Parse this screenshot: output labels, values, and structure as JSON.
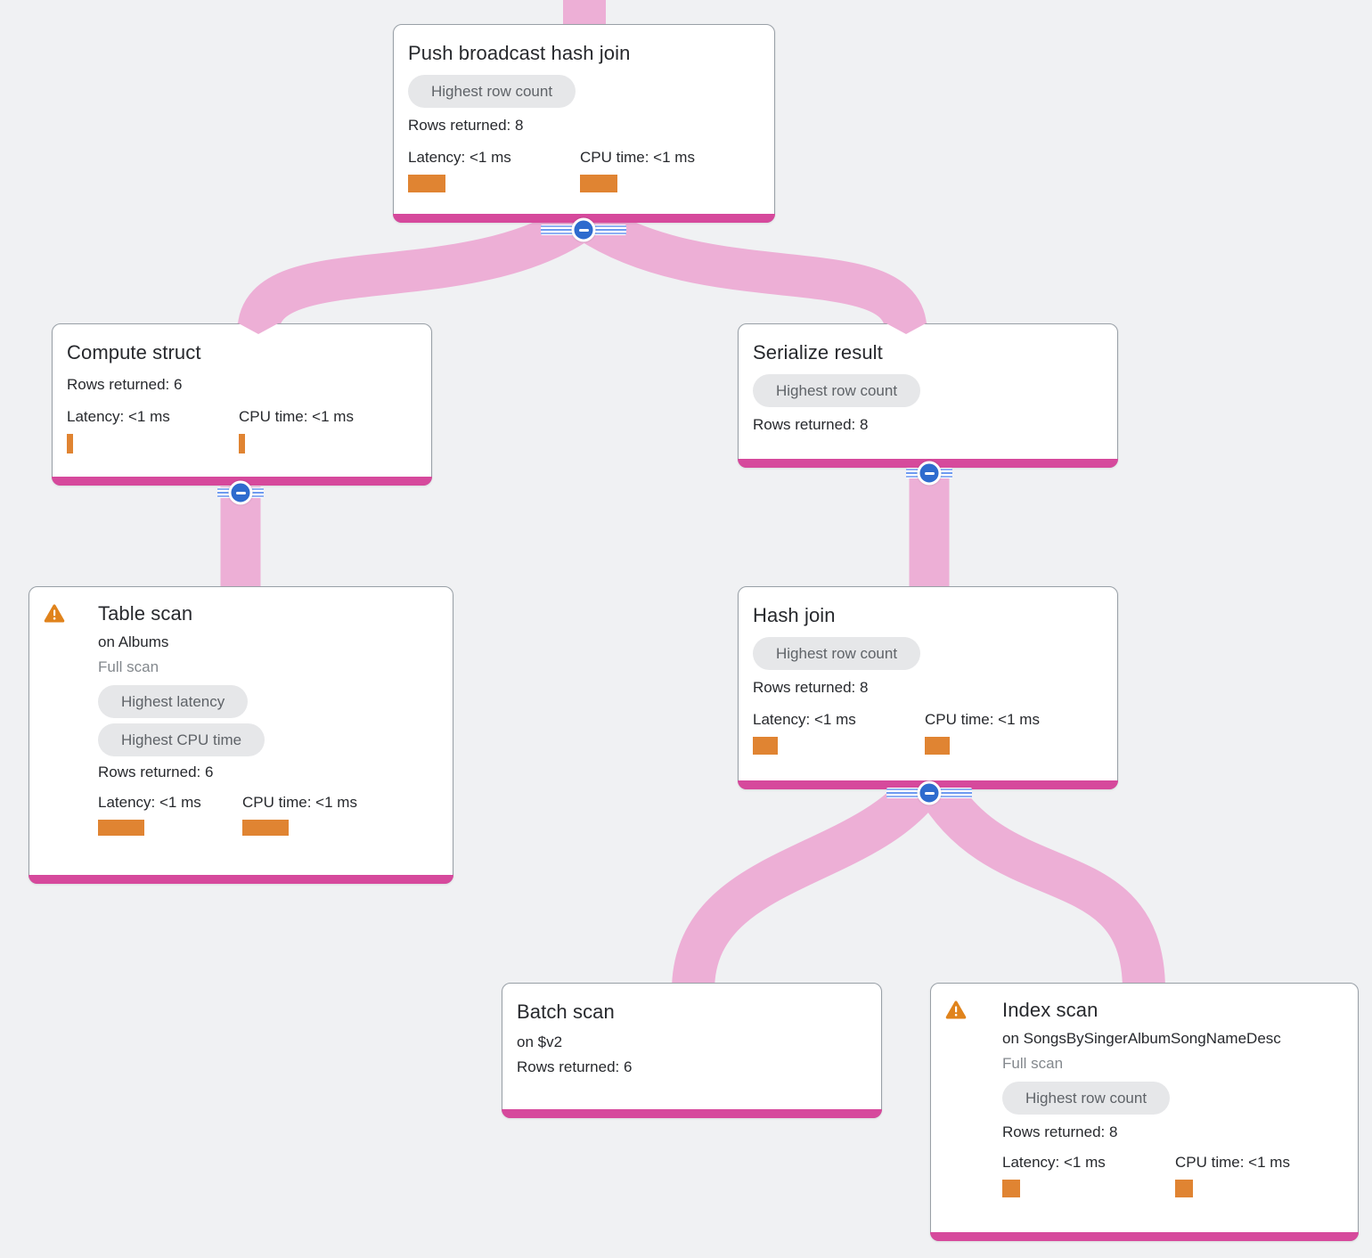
{
  "app": {
    "view_name": "Query execution plan graph"
  },
  "colors": {
    "background": "#f0f1f3",
    "card_background": "#ffffff",
    "card_border": "#99a0a7",
    "node_accent_bar": "#d6499c",
    "flow_link": "#edafd6",
    "metric_bar": "#e08432",
    "warning": "#e0831c",
    "collapse_button": "#2e6bce",
    "badge_background": "#e6e7e9",
    "badge_text": "#5f6368",
    "text": "#202124",
    "muted_text": "#83888d"
  },
  "nodes": [
    {
      "id": "push-broadcast-hash-join",
      "title": "Push broadcast hash join",
      "badges": [
        "Highest row count"
      ],
      "rows_returned": "Rows returned: 8",
      "latency_label": "Latency: <1 ms",
      "cpu_label": "CPU time: <1 ms",
      "bars": {
        "latency_style": "width:42px;height:20px",
        "cpu_style": "width:42px;height:20px"
      }
    },
    {
      "id": "compute-struct",
      "title": "Compute struct",
      "rows_returned": "Rows returned: 6",
      "latency_label": "Latency: <1 ms",
      "cpu_label": "CPU time: <1 ms",
      "bars": {
        "latency_style": "width:7px;height:22px",
        "cpu_style": "width:7px;height:22px"
      }
    },
    {
      "id": "serialize-result",
      "title": "Serialize result",
      "badges": [
        "Highest row count"
      ],
      "rows_returned": "Rows returned: 8"
    },
    {
      "id": "table-scan",
      "warning": "warning",
      "title": "Table scan",
      "subtitle": "on Albums",
      "scan_type": "Full scan",
      "badges": [
        "Highest latency",
        "Highest CPU time"
      ],
      "rows_returned": "Rows returned: 6",
      "latency_label": "Latency: <1 ms",
      "cpu_label": "CPU time: <1 ms",
      "bars": {
        "latency_style": "width:52px;height:18px",
        "cpu_style": "width:52px;height:18px"
      }
    },
    {
      "id": "hash-join",
      "title": "Hash join",
      "badges": [
        "Highest row count"
      ],
      "rows_returned": "Rows returned: 8",
      "latency_label": "Latency: <1 ms",
      "cpu_label": "CPU time: <1 ms",
      "bars": {
        "latency_style": "width:28px;height:20px",
        "cpu_style": "width:28px;height:20px"
      }
    },
    {
      "id": "batch-scan",
      "title": "Batch scan",
      "subtitle": "on $v2",
      "rows_returned": "Rows returned: 6"
    },
    {
      "id": "index-scan",
      "warning": "warning",
      "title": "Index scan",
      "subtitle": "on SongsBySingerAlbumSongNameDesc",
      "scan_type": "Full scan",
      "badges": [
        "Highest row count"
      ],
      "rows_returned": "Rows returned: 8",
      "latency_label": "Latency: <1 ms",
      "cpu_label": "CPU time: <1 ms",
      "bars": {
        "latency_style": "width:20px;height:20px",
        "cpu_style": "width:20px;height:20px"
      }
    }
  ],
  "edges": [
    {
      "from": "above-viewport",
      "to": "push-broadcast-hash-join"
    },
    {
      "from": "push-broadcast-hash-join",
      "to": "compute-struct"
    },
    {
      "from": "push-broadcast-hash-join",
      "to": "serialize-result"
    },
    {
      "from": "compute-struct",
      "to": "table-scan"
    },
    {
      "from": "serialize-result",
      "to": "hash-join"
    },
    {
      "from": "hash-join",
      "to": "batch-scan"
    },
    {
      "from": "hash-join",
      "to": "index-scan"
    }
  ]
}
